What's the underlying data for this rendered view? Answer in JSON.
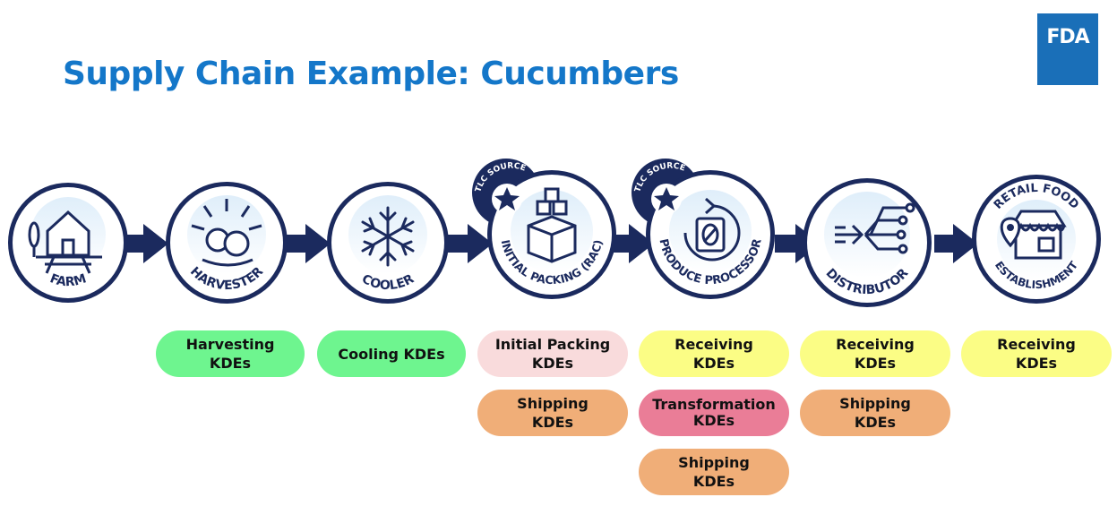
{
  "title": "Supply Chain Example: Cucumbers",
  "logo": "FDA",
  "colors": {
    "title": "#1477c9",
    "navy": "#1b2a5e",
    "green": "#6ef58f",
    "pink": "#f9dbdc",
    "orange": "#f0ae78",
    "yellow": "#fbfd85",
    "rose": "#ea7d97"
  },
  "stages": [
    {
      "label": "FARM",
      "icon": "barn-icon"
    },
    {
      "label": "HARVESTER",
      "icon": "harvest-produce-icon"
    },
    {
      "label": "COOLER",
      "icon": "snowflake-icon"
    },
    {
      "label": "INITIAL PACKING (RAC)",
      "badge": "TLC SOURCE",
      "icon": "packing-box-icon"
    },
    {
      "label": "PRODUCE PROCESSOR",
      "badge": "TLC SOURCE",
      "icon": "processing-cycle-icon"
    },
    {
      "label": "DISTRIBUTOR",
      "icon": "distribution-arrows-icon"
    },
    {
      "label": "RETAIL FOOD ESTABLISHMENT",
      "icon": "storefront-icon"
    }
  ],
  "kdes": {
    "harvester": {
      "harvesting": [
        "Harvesting",
        "KDEs"
      ]
    },
    "cooler": {
      "cooling": "Cooling KDEs"
    },
    "packing": {
      "initial": [
        "Initial Packing",
        "KDEs"
      ],
      "shipping": [
        "Shipping",
        "KDEs"
      ]
    },
    "processor": {
      "receiving": [
        "Receiving",
        "KDEs"
      ],
      "transformation": [
        "Transformation",
        "KDEs"
      ],
      "shipping": [
        "Shipping",
        "KDEs"
      ]
    },
    "distributor": {
      "receiving": [
        "Receiving",
        "KDEs"
      ],
      "shipping": [
        "Shipping",
        "KDEs"
      ]
    },
    "retail": {
      "receiving": [
        "Receiving",
        "KDEs"
      ]
    }
  }
}
